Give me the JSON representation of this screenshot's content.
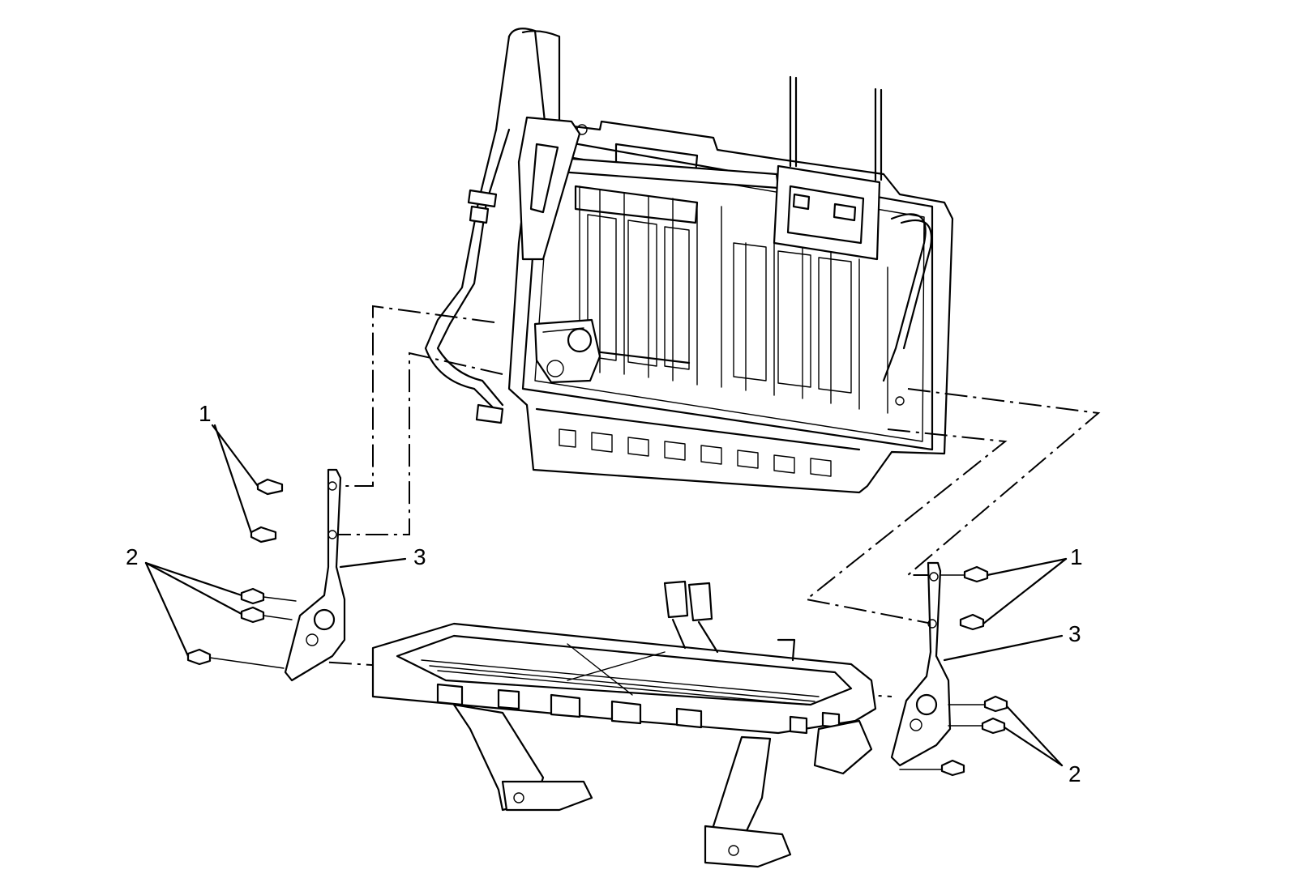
{
  "callouts": {
    "left_bolts_upper": "1",
    "left_bolts_lower": "2",
    "left_hinge": "3",
    "right_bolts_upper": "1",
    "right_hinge": "3",
    "right_bolts_lower": "2"
  },
  "colors": {
    "line": "#000000",
    "background": "#ffffff"
  }
}
